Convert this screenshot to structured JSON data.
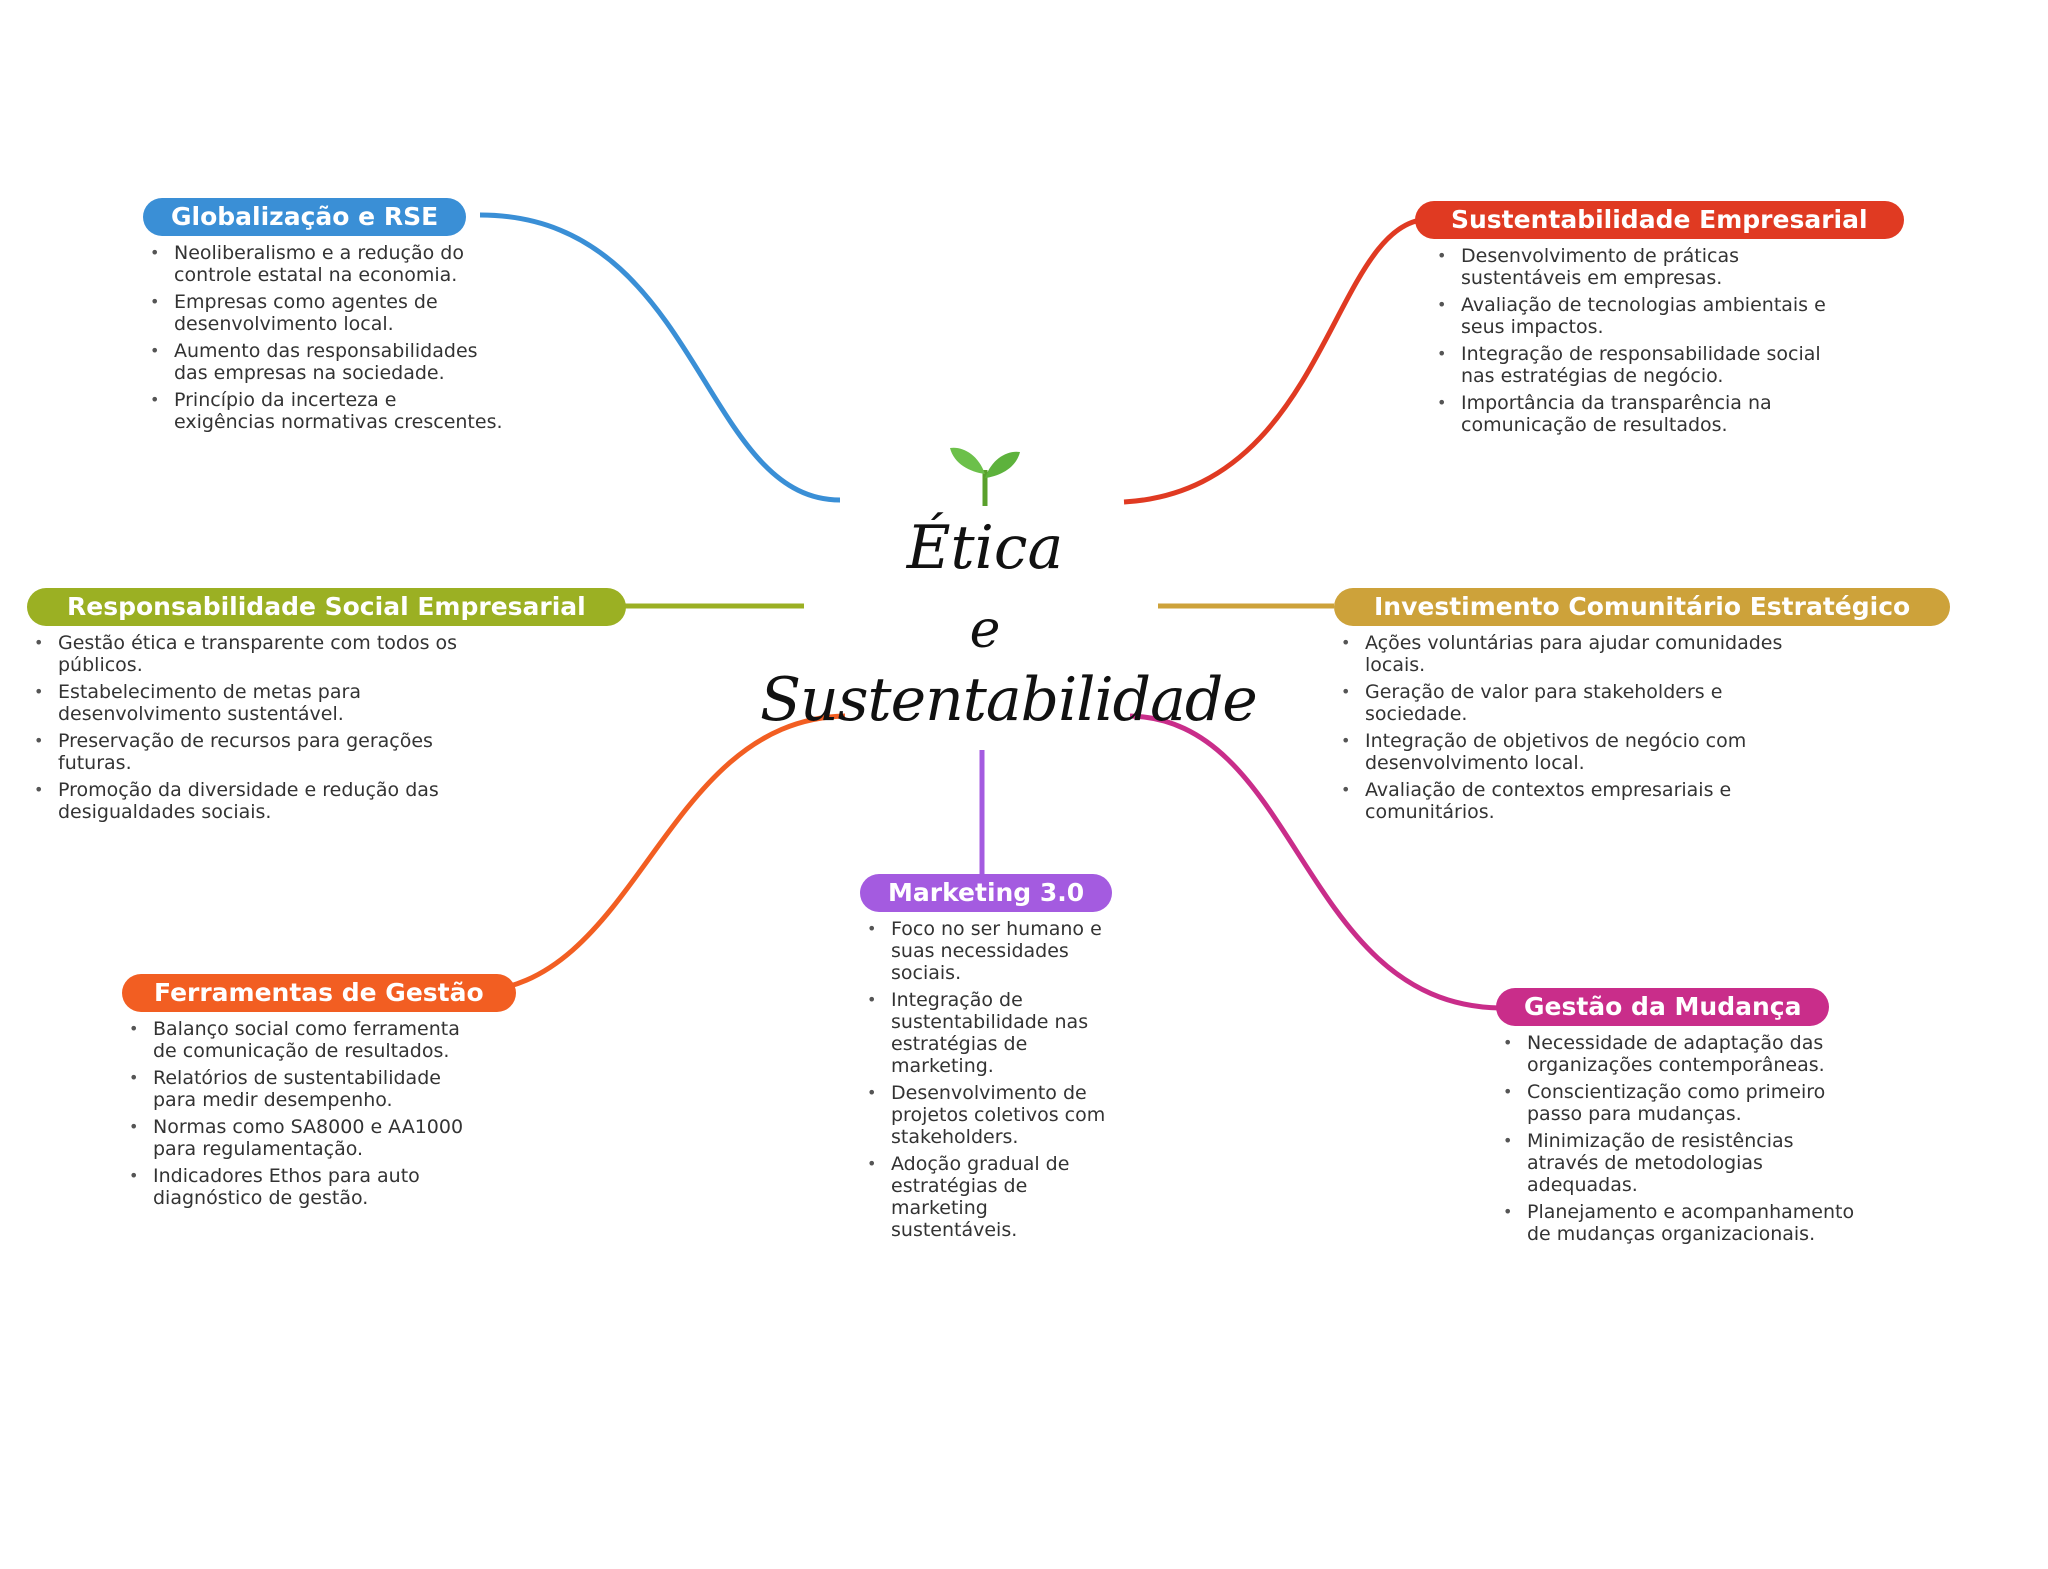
{
  "center": {
    "line1": "Ética",
    "line2": "e",
    "line3": "Sustentabilidade",
    "icon": "sprout-icon"
  },
  "branches": [
    {
      "key": "globalizacao",
      "title": "Globalização e RSE",
      "color": "#3a8fd6",
      "items": [
        "Neoliberalismo e a redução do controle estatal na economia.",
        "Empresas como agentes de desenvolvimento local.",
        "Aumento das responsabilidades das empresas na sociedade.",
        "Princípio da incerteza e exigências normativas crescentes."
      ]
    },
    {
      "key": "sustentabilidade",
      "title": "Sustentabilidade Empresarial",
      "color": "#e03a22",
      "items": [
        "Desenvolvimento de práticas sustentáveis em empresas.",
        "Avaliação de tecnologias ambientais e seus impactos.",
        "Integração de responsabilidade social nas estratégias de negócio.",
        "Importância da transparência na comunicação de resultados."
      ]
    },
    {
      "key": "responsabilidade",
      "title": "Responsabilidade Social Empresarial",
      "color": "#9bb023",
      "items": [
        "Gestão ética e transparente com todos os públicos.",
        "Estabelecimento de metas para desenvolvimento sustentável.",
        "Preservação de recursos para gerações futuras.",
        "Promoção da diversidade e redução das desigualdades sociais."
      ]
    },
    {
      "key": "investimento",
      "title": "Investimento Comunitário Estratégico",
      "color": "#cda23a",
      "items": [
        "Ações voluntárias para ajudar comunidades locais.",
        "Geração de valor para stakeholders e sociedade.",
        "Integração de objetivos de negócio com desenvolvimento local.",
        "Avaliação de contextos empresariais e comunitários."
      ]
    },
    {
      "key": "marketing",
      "title": "Marketing 3.0",
      "color": "#a45be0",
      "items": [
        "Foco no ser humano e suas necessidades sociais.",
        "Integração de sustentabilidade nas estratégias de marketing.",
        "Desenvolvimento de projetos coletivos com stakeholders.",
        "Adoção gradual de estratégias de marketing sustentáveis."
      ]
    },
    {
      "key": "ferramentas",
      "title": "Ferramentas de Gestão",
      "color": "#f25e22",
      "items": [
        "Balanço social como ferramenta de comunicação de resultados.",
        "Relatórios de sustentabilidade para medir desempenho.",
        "Normas como SA8000 e AA1000 para regulamentação.",
        "Indicadores Ethos para auto diagnóstico de gestão."
      ]
    },
    {
      "key": "mudanca",
      "title": "Gestão da Mudança",
      "color": "#c92d8a",
      "items": [
        "Necessidade de adaptação das organizações contemporâneas.",
        "Conscientização como primeiro passo para mudanças.",
        "Minimização de resistências através de metodologias adequadas.",
        "Planejamento e acompanhamento de mudanças organizacionais."
      ]
    }
  ]
}
